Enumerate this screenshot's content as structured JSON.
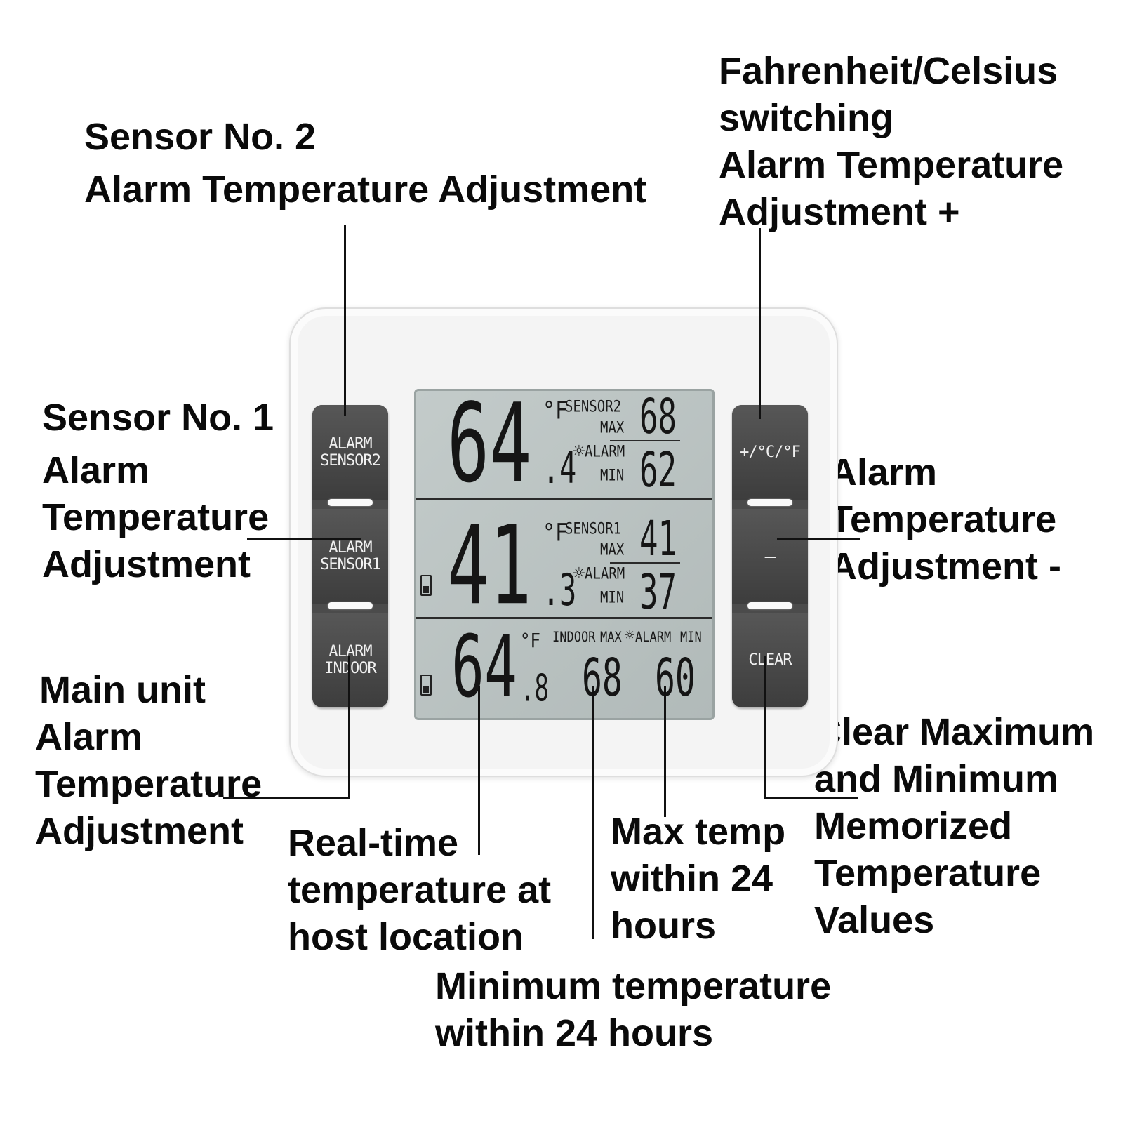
{
  "callouts": {
    "sensor2": [
      "Sensor No. 2",
      "Alarm Temperature Adjustment"
    ],
    "fc_switch": [
      "Fahrenheit/Celsius",
      "switching",
      "Alarm Temperature",
      "Adjustment +"
    ],
    "sensor1": [
      "Sensor No. 1",
      "Alarm",
      "Temperature",
      "Adjustment"
    ],
    "minus": [
      "Alarm",
      "Temperature",
      "Adjustment -"
    ],
    "main_unit": [
      "Main unit",
      "Alarm",
      "Temperature",
      "Adjustment"
    ],
    "clear": [
      "Clear Maximum",
      "and Minimum",
      "Memorized",
      "Temperature",
      "Values"
    ],
    "realtime": [
      "Real-time",
      "temperature at",
      "host location"
    ],
    "max24": [
      "Max temp",
      "within 24",
      "hours"
    ],
    "min24": [
      "Minimum temperature",
      "within 24 hours"
    ]
  },
  "buttons": {
    "left": [
      "ALARM\nSENSOR2",
      "ALARM\nSENSOR1",
      "ALARM\nINDOOR"
    ],
    "right": [
      "+/°C/°F",
      "—",
      "CLEAR"
    ]
  },
  "lcd": {
    "sensor2": {
      "temp_int": "64",
      "temp_dec": ".4",
      "unit": "°F",
      "label": "SENSOR2",
      "max_label": "MAX",
      "alarm_label": "ALARM",
      "min_label": "MIN",
      "max": "68",
      "min": "62"
    },
    "sensor1": {
      "temp_int": "41",
      "temp_dec": ".3",
      "unit": "°F",
      "label": "SENSOR1",
      "max_label": "MAX",
      "alarm_label": "ALARM",
      "min_label": "MIN",
      "max": "41",
      "min": "37"
    },
    "indoor": {
      "temp_int": "64",
      "temp_dec": ".8",
      "unit": "°F",
      "indoor_label": "INDOOR",
      "max_label": "MAX",
      "alarm_label": "ALARM",
      "min_label": "MIN",
      "max": "68",
      "min": "60"
    }
  }
}
